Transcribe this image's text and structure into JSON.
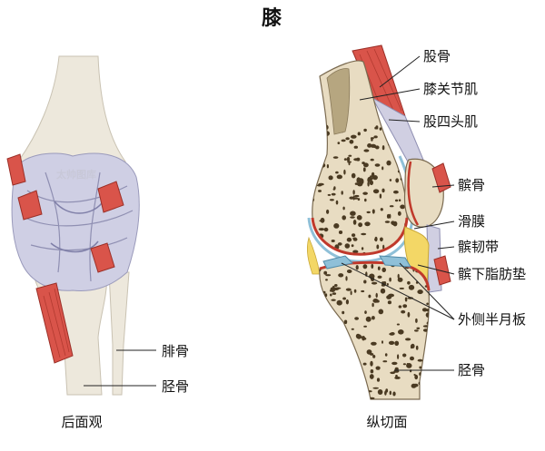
{
  "title": "膝",
  "watermark": "太帅图库",
  "posterior_view": {
    "caption": "后面观",
    "labels": {
      "fibula": "腓骨",
      "tibia": "胫骨"
    }
  },
  "sagittal_section": {
    "caption": "纵切面",
    "labels": {
      "femur": "股骨",
      "knee_articularis": "膝关节肌",
      "quadriceps": "股四头肌",
      "patella": "髌骨",
      "synovium": "滑膜",
      "patellar_ligament": "髌韧带",
      "infrapatellar_fat_pad": "髌下脂肪垫",
      "lateral_meniscus": "外侧半月板",
      "tibia": "胫骨"
    }
  },
  "colors": {
    "bone": "#f0ebde",
    "spongy_bone": "#e8dcc2",
    "bone_pore": "#4a3a22",
    "muscle": "#d9544a",
    "ligament": "#c8c8de",
    "synovium": "#8fc0d8",
    "fat_pad": "#f3d766",
    "cartilage_red": "#c0392b"
  }
}
